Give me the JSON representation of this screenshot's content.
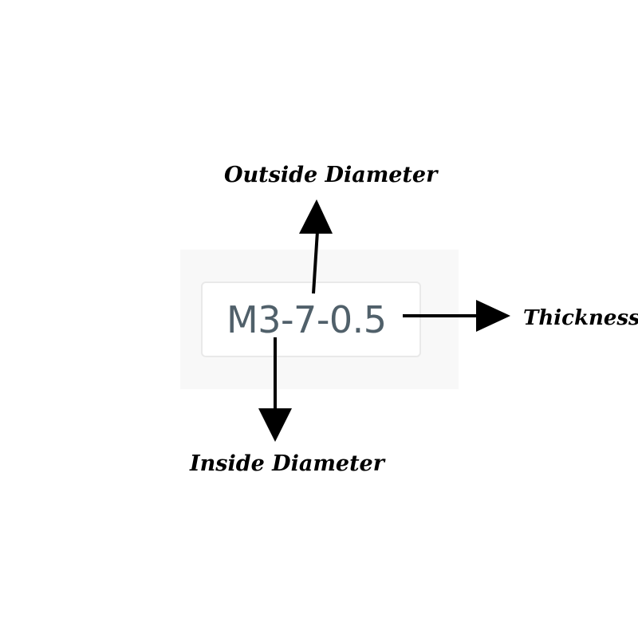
{
  "part_code": "M3-7-0.5",
  "labels": {
    "outside_diameter": "Outside Diameter",
    "thickness": "Thickness",
    "inside_diameter": "Inside Diameter"
  },
  "colors": {
    "code_text": "#50606a",
    "arrow": "#000000",
    "panel_background": "#f8f8f8",
    "box_border": "#e9e9e9"
  }
}
